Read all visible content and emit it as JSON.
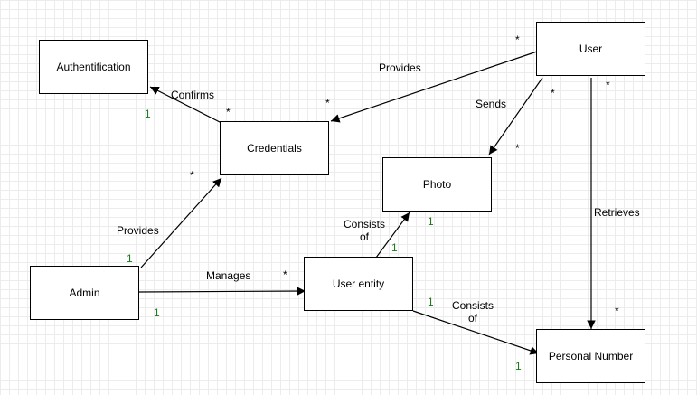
{
  "diagram": {
    "nodes": {
      "authentification": "Authentification",
      "credentials": "Credentials",
      "user": "User",
      "photo": "Photo",
      "admin": "Admin",
      "user_entity": "User entity",
      "personal_number": "Personal Number"
    },
    "edges": {
      "cred_to_auth": {
        "label": "Confirms",
        "source_mult": "*",
        "target_mult": "1"
      },
      "user_to_cred": {
        "label": "Provides",
        "source_mult": "*",
        "target_mult": "*"
      },
      "user_to_photo": {
        "label": "Sends",
        "source_mult": "*",
        "target_mult": "*"
      },
      "user_to_pn": {
        "label": "Retrieves",
        "source_mult": "*",
        "target_mult": "*"
      },
      "admin_to_cred": {
        "label": "Provides",
        "source_mult": "1",
        "target_mult": "*"
      },
      "admin_to_ue": {
        "label": "Manages",
        "source_mult": "1",
        "target_mult": "*"
      },
      "ue_to_photo": {
        "label_line1": "Consists",
        "label_line2": "of",
        "source_mult": "1",
        "target_mult": "1"
      },
      "ue_to_pn": {
        "label_line1": "Consists",
        "label_line2": "of",
        "source_mult": "1",
        "target_mult": "1"
      }
    },
    "colors": {
      "line": "#000000",
      "one_multiplicity": "#1a7a1a",
      "grid": "#ececec"
    }
  }
}
